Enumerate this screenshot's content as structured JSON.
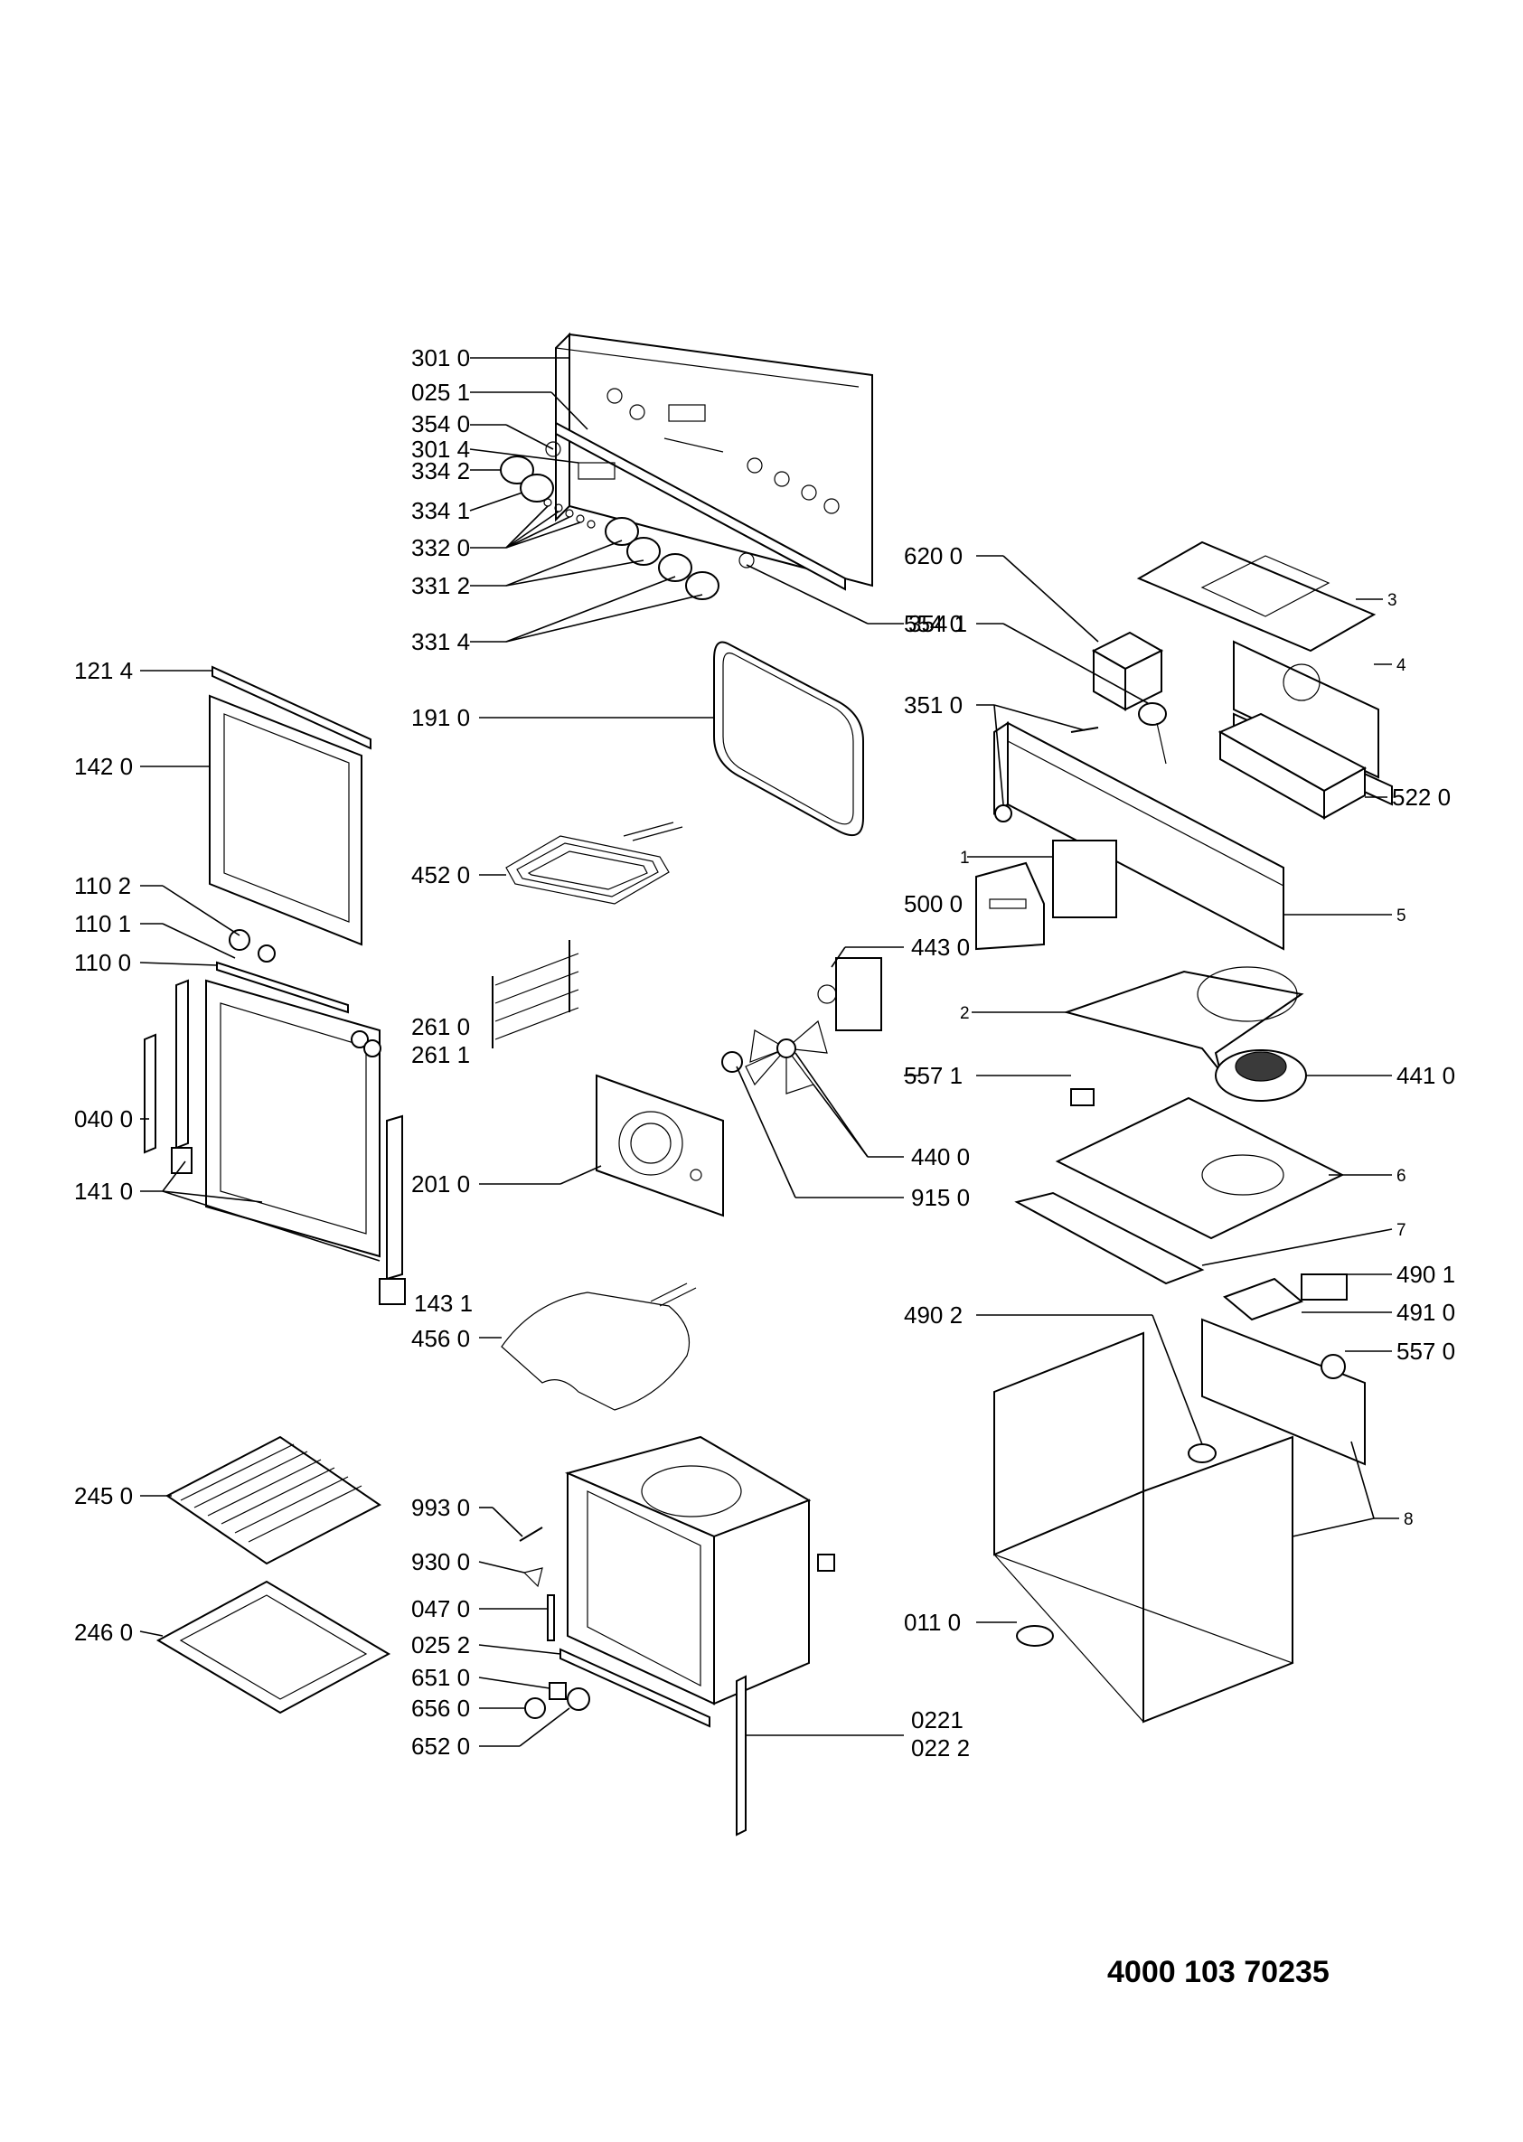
{
  "document_number": "4000 103 70235",
  "callouts": {
    "p3010": "301 0",
    "p0251": "025 1",
    "p3540": "354 0",
    "p3014": "301 4",
    "p3342": "334 2",
    "p3341": "334 1",
    "p3320": "332 0",
    "p3312": "331 2",
    "p3314": "331 4",
    "p3541": "354 1",
    "p1214": "121 4",
    "p1420": "142 0",
    "p1910": "191 0",
    "p4520": "452 0",
    "p1102": "110 2",
    "p1101": "110 1",
    "p1100": "110 0",
    "p2610": "261 0",
    "p2611": "261 1",
    "p0400": "040 0",
    "p1410": "141 0",
    "p2010": "201 0",
    "p1431": "143 1",
    "p4560": "456 0",
    "p2450": "245 0",
    "p2460": "246 0",
    "p9930": "993 0",
    "p9300": "930 0",
    "p0470": "047 0",
    "p0252": "025 2",
    "p6510": "651 0",
    "p6560": "656 0",
    "p6520": "652 0",
    "p0221": "0221",
    "p0222": "022 2",
    "p6200": "620 0",
    "p5540": "554 0",
    "p3510": "351 0",
    "p5000": "500 0",
    "p4430": "443 0",
    "p5571": "557 1",
    "p4400": "440 0",
    "p9150": "915 0",
    "p4902": "490 2",
    "p0110": "011 0",
    "p5220": "522 0",
    "p4410": "441 0",
    "p4901": "490 1",
    "p4910": "491 0",
    "p5570": "557 0",
    "n1": "1",
    "n2": "2",
    "n3": "3",
    "n4": "4",
    "n5": "5",
    "n6": "6",
    "n7": "7",
    "n8": "8"
  }
}
